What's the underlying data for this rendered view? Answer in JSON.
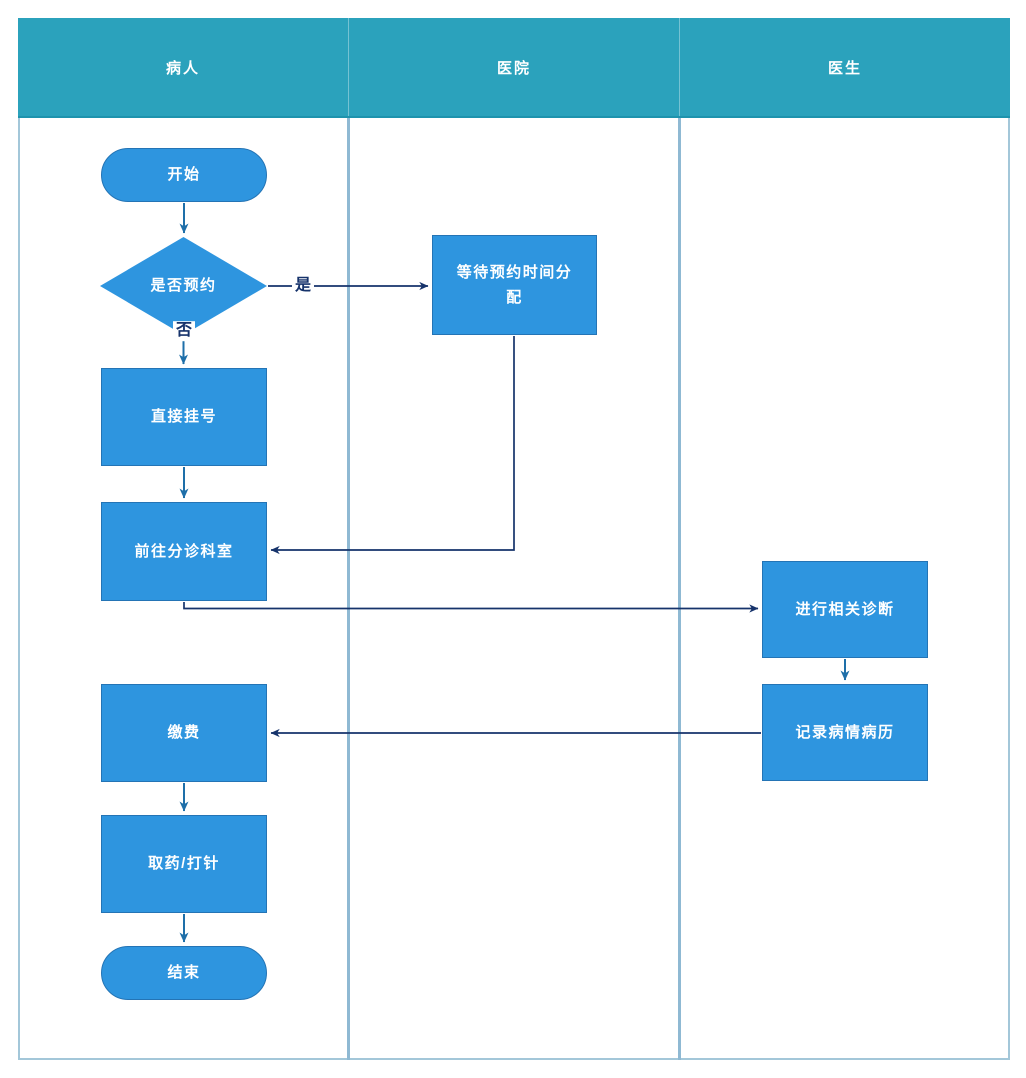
{
  "diagram": {
    "type": "swimlane-flowchart",
    "lanes": [
      {
        "label": "病人"
      },
      {
        "label": "医院"
      },
      {
        "label": "医生"
      }
    ],
    "nodes": [
      {
        "id": "start",
        "shape": "terminator",
        "lane": "病人",
        "label": "开始"
      },
      {
        "id": "decision",
        "shape": "decision",
        "lane": "病人",
        "label": "是否预约"
      },
      {
        "id": "wait",
        "shape": "process",
        "lane": "医院",
        "label": "等待预约时间分\n配"
      },
      {
        "id": "direct",
        "shape": "process",
        "lane": "病人",
        "label": "直接挂号"
      },
      {
        "id": "triage",
        "shape": "process",
        "lane": "病人",
        "label": "前往分诊科室"
      },
      {
        "id": "diagnose",
        "shape": "process",
        "lane": "医生",
        "label": "进行相关诊断"
      },
      {
        "id": "record",
        "shape": "process",
        "lane": "医生",
        "label": "记录病情病历"
      },
      {
        "id": "pay",
        "shape": "process",
        "lane": "病人",
        "label": "缴费"
      },
      {
        "id": "medicine",
        "shape": "process",
        "lane": "病人",
        "label": "取药/打针"
      },
      {
        "id": "end",
        "shape": "terminator",
        "lane": "病人",
        "label": "结束"
      }
    ],
    "edge_labels": {
      "yes": "是",
      "no": "否"
    },
    "edges": [
      {
        "from": "start",
        "to": "decision",
        "label": ""
      },
      {
        "from": "decision",
        "to": "wait",
        "label": "是"
      },
      {
        "from": "decision",
        "to": "direct",
        "label": "否"
      },
      {
        "from": "direct",
        "to": "triage",
        "label": ""
      },
      {
        "from": "wait",
        "to": "triage",
        "label": ""
      },
      {
        "from": "triage",
        "to": "diagnose",
        "label": ""
      },
      {
        "from": "diagnose",
        "to": "record",
        "label": ""
      },
      {
        "from": "record",
        "to": "pay",
        "label": ""
      },
      {
        "from": "pay",
        "to": "medicine",
        "label": ""
      },
      {
        "from": "medicine",
        "to": "end",
        "label": ""
      }
    ],
    "colors": {
      "header_fill": "#2ba2bc",
      "header_border": "#1e93ad",
      "node_fill": "#2e95df",
      "node_border": "#2474b5",
      "frame_border": "#a3c7d9",
      "lane_divider": "#8fb9d3",
      "connector_cross_lane": "#16336b",
      "connector_vertical": "#1e6fa9",
      "node_text": "#ffffff",
      "edge_label_text": "#16336b"
    }
  }
}
